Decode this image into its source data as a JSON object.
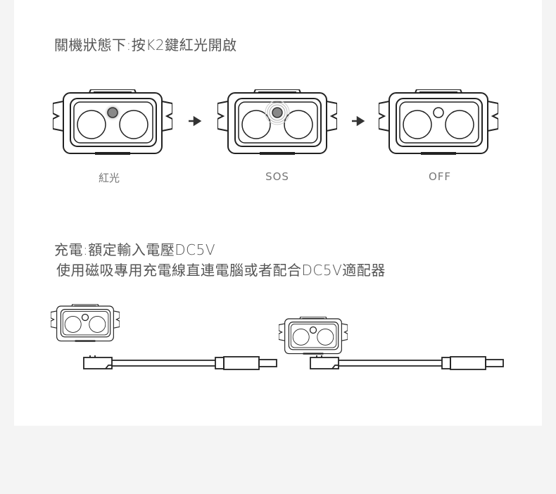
{
  "mode_section": {
    "title": "關機狀態下:按K2鍵紅光開啟",
    "states": [
      {
        "label": "紅光",
        "indicator": "solid-glow"
      },
      {
        "label": "SOS",
        "indicator": "pulsing"
      },
      {
        "label": "OFF",
        "indicator": "off"
      }
    ]
  },
  "charging_section": {
    "title": "充電:額定輸入電壓DC5V",
    "description": "使用磁吸專用充電線直連電腦或者配合DC5V適配器"
  }
}
